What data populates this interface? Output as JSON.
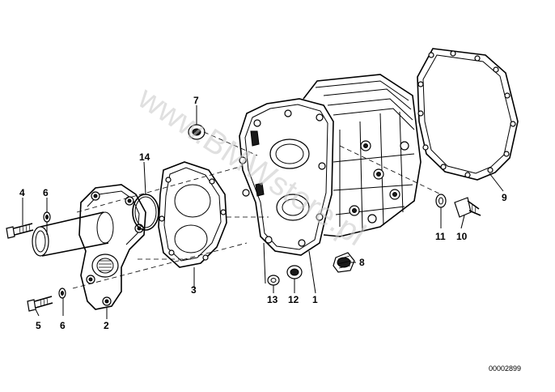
{
  "watermark": "www.BMWstore.pl",
  "reference_number": "00002899",
  "callouts": [
    {
      "id": "1",
      "text": "1"
    },
    {
      "id": "2",
      "text": "2"
    },
    {
      "id": "3",
      "text": "3"
    },
    {
      "id": "4",
      "text": "4"
    },
    {
      "id": "5",
      "text": "5"
    },
    {
      "id": "6a",
      "text": "6"
    },
    {
      "id": "6b",
      "text": "6"
    },
    {
      "id": "7",
      "text": "7"
    },
    {
      "id": "8",
      "text": "8"
    },
    {
      "id": "9",
      "text": "9"
    },
    {
      "id": "10",
      "text": "10"
    },
    {
      "id": "11",
      "text": "11"
    },
    {
      "id": "12",
      "text": "12"
    },
    {
      "id": "13",
      "text": "13"
    },
    {
      "id": "14",
      "text": "14"
    }
  ]
}
